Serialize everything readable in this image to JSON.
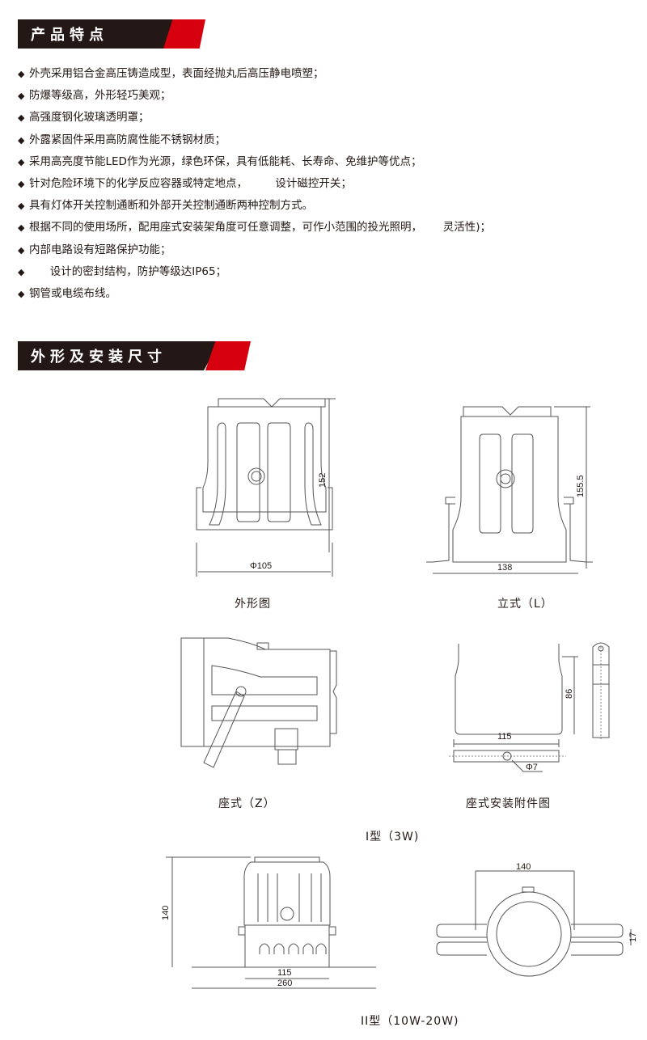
{
  "section1": {
    "title": "产品特点"
  },
  "features": [
    "外壳采用铝合金高压铸造成型，表面经抛丸后高压静电喷塑；",
    "防爆等级高，外形轻巧美观；",
    "高强度钢化玻璃透明罩；",
    "外露紧固件采用高防腐性能不锈钢材质；",
    "采用高亮度节能LED作为光源，绿色环保，具有低能耗、长寿命、免维护等优点；",
    "针对危险环境下的化学反应容器或特定地点，        设计磁控开关；",
    "具有灯体开关控制通断和外部开关控制通断两种控制方式。",
    "根据不同的使用场所，配用座式安装架角度可任意调整，可作小范围的投光照明，      灵活性)；",
    "内部电路设有短路保护功能；",
    "      设计的密封结构，防护等级达IP65；",
    "钢管或电缆布线。"
  ],
  "bullet_icon": "◆",
  "section2": {
    "title": "外形及安装尺寸"
  },
  "drawings": {
    "outline": {
      "caption": "外形图",
      "height": "152",
      "diameter": "Φ105"
    },
    "stand": {
      "caption": "立式（L）",
      "height": "155.5",
      "width": "138"
    },
    "seat": {
      "caption": "座式（Z）"
    },
    "seat_bracket": {
      "caption": "座式安装附件图",
      "height": "86",
      "width": "115",
      "hole": "Φ7"
    },
    "type1_label": "I型（3W)",
    "type2_front": {
      "height": "140",
      "width_body": "115",
      "width_base": "260"
    },
    "type2_top": {
      "width": "140",
      "slot": "17"
    },
    "type2_label": "II型（10W-20W)"
  },
  "colors": {
    "header_dark": "#231815",
    "header_red": "#d7000f",
    "line": "#555555"
  }
}
